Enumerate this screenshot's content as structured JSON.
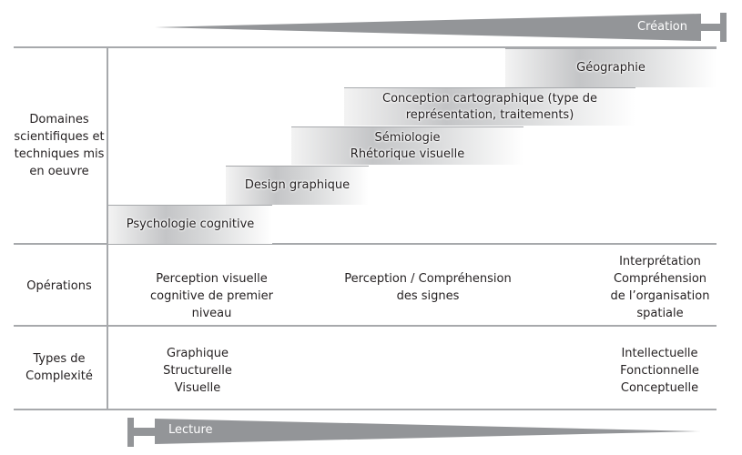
{
  "arrows": {
    "top": "Création",
    "bottom": "Lecture"
  },
  "rows": {
    "domaines": {
      "label": "Domaines scientifiques et techniques mis en oeuvre",
      "bands": [
        "Géographie",
        "Conception cartographique (type de représentation, traitements)",
        "Sémiologie Rhétorique visuelle",
        "Design graphique",
        "Psychologie cognitive"
      ]
    },
    "operations": {
      "label": "Opérations",
      "cells": [
        "Perception visuelle cognitive de premier niveau",
        "Perception / Compréhension des signes",
        "Interprétation Compréhension de l’organisation spatiale"
      ]
    },
    "complexite": {
      "label": "Types de Complexité",
      "cells": [
        "Graphique Structurelle Visuelle",
        "Intellectuelle Fonctionnelle Conceptuelle"
      ]
    }
  },
  "colors": {
    "arrow": "#939598",
    "line": "#a7a9ac"
  }
}
